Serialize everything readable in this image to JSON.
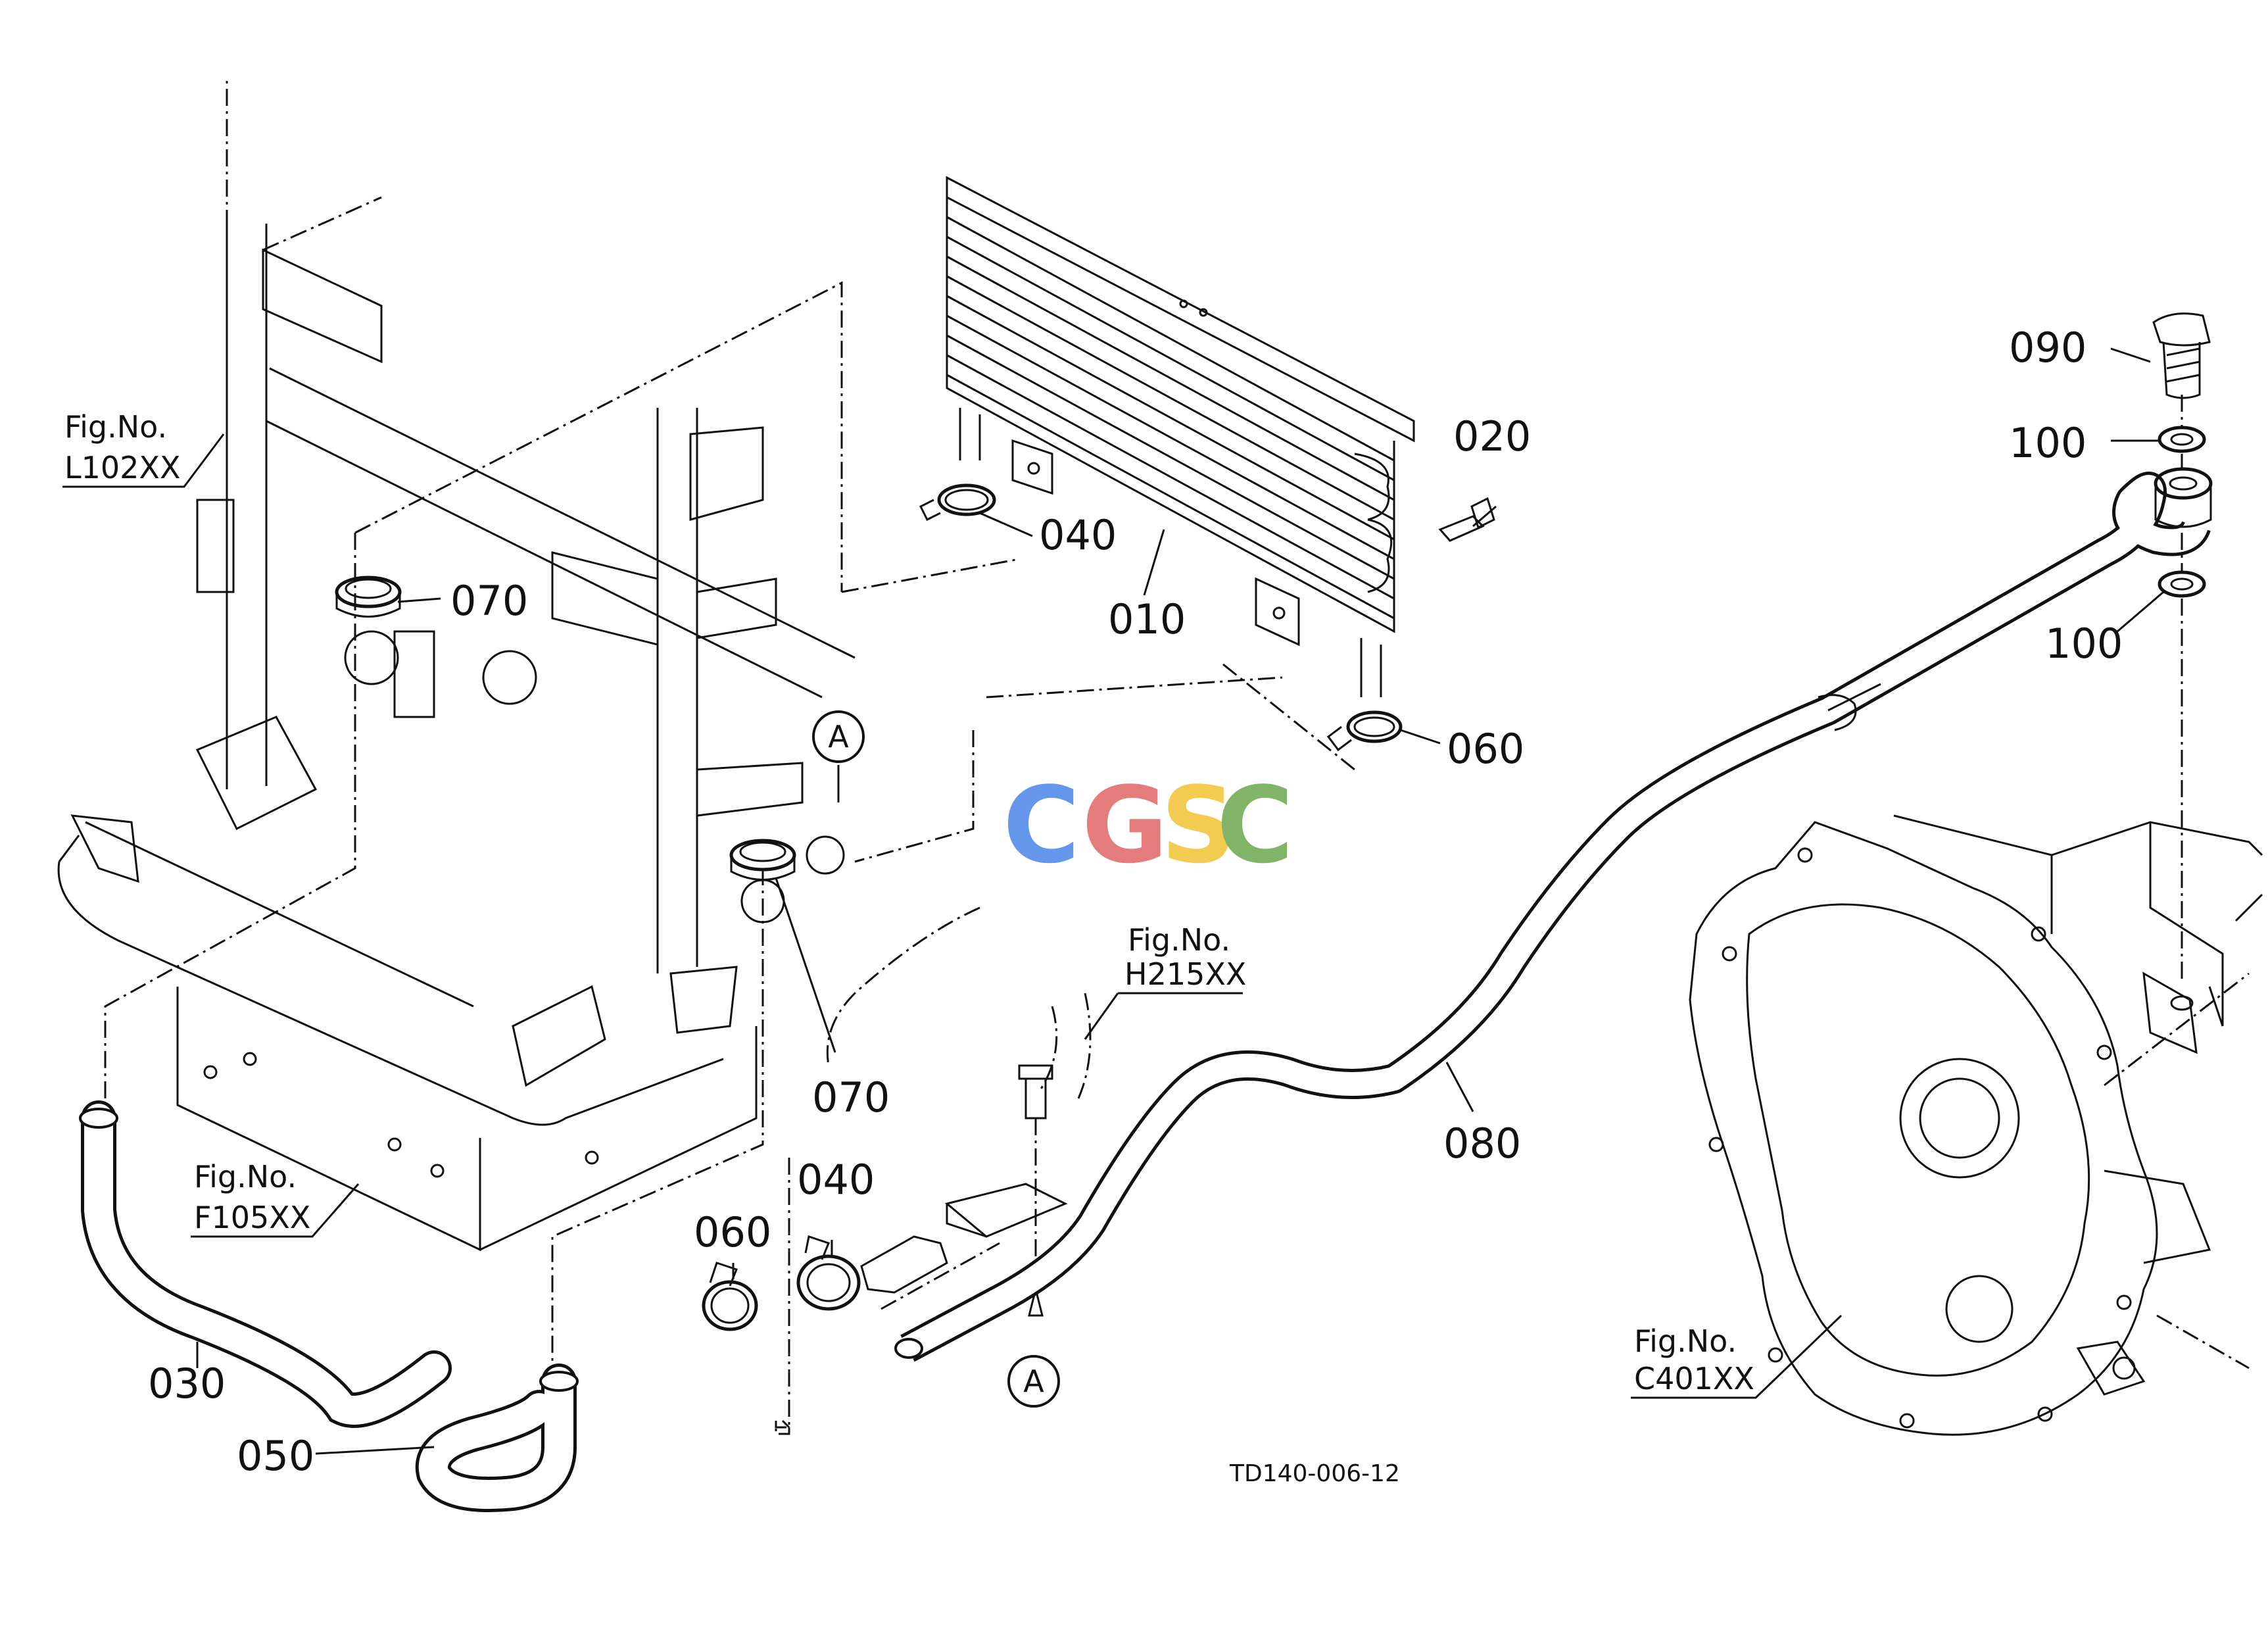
{
  "drawing_code": "TD140-006-12",
  "watermark": {
    "letters": [
      "C",
      "G",
      "S",
      "C"
    ],
    "colors": [
      "#4a86e8",
      "#e06666",
      "#f1c232",
      "#6aa84f"
    ]
  },
  "callouts": {
    "p010": "010",
    "p020": "020",
    "p030": "030",
    "p040_top": "040",
    "p040_bottom": "040",
    "p050": "050",
    "p060_top": "060",
    "p060_bottom": "060",
    "p070_left": "070",
    "p070_center": "070",
    "p080": "080",
    "p090": "090",
    "p100_top": "100",
    "p100_bottom": "100"
  },
  "view_markers": {
    "a_top": "A",
    "a_bottom": "A"
  },
  "fig_refs": {
    "l102": {
      "title": "Fig.No.",
      "code": "L102XX"
    },
    "f105": {
      "title": "Fig.No.",
      "code": "F105XX"
    },
    "h215": {
      "title": "Fig.No.",
      "code": "H215XX"
    },
    "c401": {
      "title": "Fig.No.",
      "code": "C401XX"
    }
  }
}
